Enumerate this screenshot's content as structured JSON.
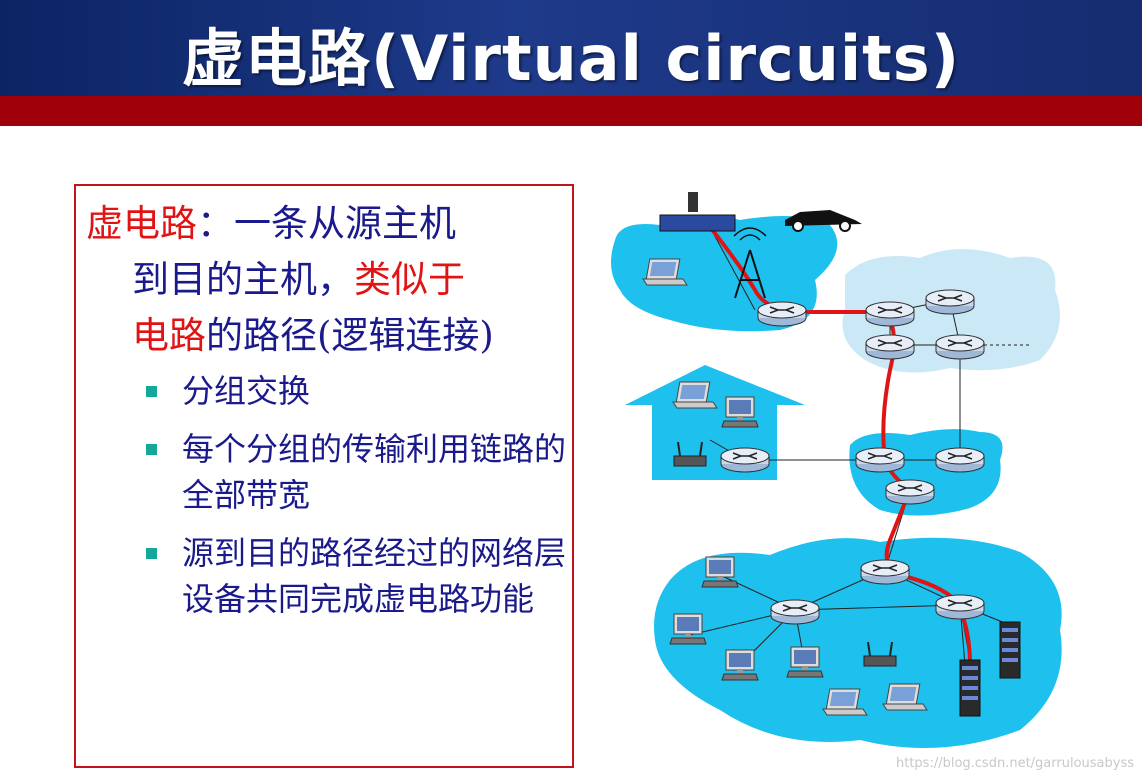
{
  "title": "虚电路(Virtual circuits)",
  "definition": {
    "term": "虚电路",
    "colon_text": "：一条从源主机",
    "line2_a": "到目的主机，",
    "line2_b": "类似于",
    "line3_a": "电路",
    "line3_b": "的路径(逻辑连接)"
  },
  "bullets": [
    "分组交换",
    "每个分组的传输利用链路的全部带宽",
    "源到目的路径经过的网络层设备共同完成虚电路功能"
  ],
  "watermark": "https://blog.csdn.net/garrulousabyss",
  "colors": {
    "header_blue": "#1e3a8a",
    "accent_red": "#a0000a",
    "text_navy": "#1a1a8c",
    "highlight_red": "#e01414",
    "path_red": "#e01414",
    "network_cyan": "#1ec0ee"
  },
  "icons": [
    "router-icon",
    "laptop-icon",
    "desktop-icon",
    "server-icon",
    "cell-tower-icon",
    "car-icon",
    "wifi-router-icon",
    "house-icon"
  ]
}
